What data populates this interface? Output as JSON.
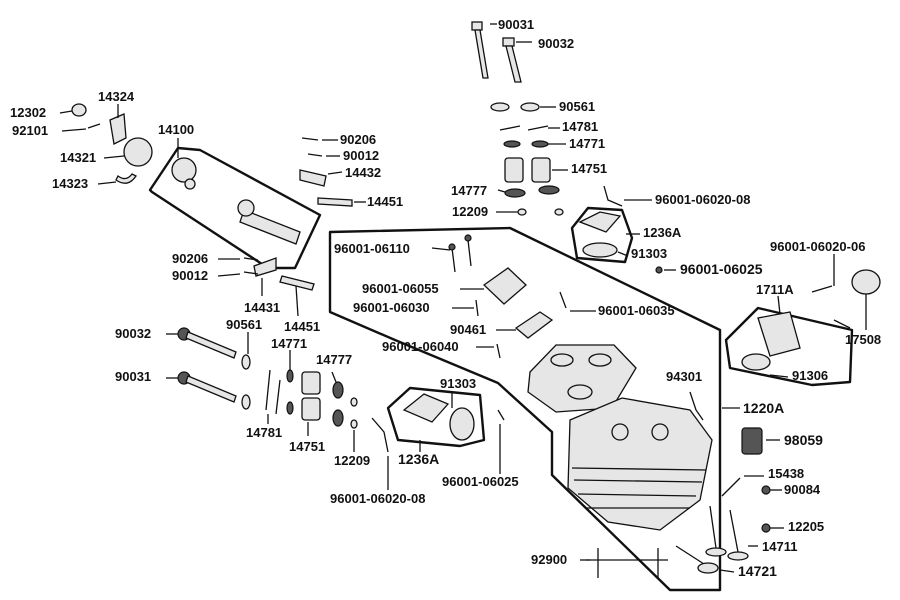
{
  "diagram": {
    "labels": {
      "p90031_top": "90031",
      "p90032_top": "90032",
      "p90561_top": "90561",
      "p14781_top": "14781",
      "p14771_top": "14771",
      "p14751_top": "14751",
      "p14777_top": "14777",
      "p12209_top": "12209",
      "p96001_06020_08_top": "96001-06020-08",
      "p1236A_top": "1236A",
      "p91303_top": "91303",
      "p96001_06025_top": "96001-06025",
      "p96001_06020_06": "96001-06020-06",
      "p1711A": "1711A",
      "p17508": "17508",
      "p91306": "91306",
      "p96001_06110": "96001-06110",
      "p96001_06055": "96001-06055",
      "p96001_06030": "96001-06030",
      "p96001_06035": "96001-06035",
      "p90461": "90461",
      "p96001_06040": "96001-06040",
      "p94301": "94301",
      "p1220A": "1220A",
      "p98059": "98059",
      "p15438": "15438",
      "p90084": "90084",
      "p12205": "12205",
      "p14711": "14711",
      "p14721": "14721",
      "p92900": "92900",
      "p12302": "12302",
      "p14324": "14324",
      "p92101": "92101",
      "p14321": "14321",
      "p14323": "14323",
      "p14100": "14100",
      "p90206_top": "90206",
      "p90012_top": "90012",
      "p14432": "14432",
      "p14451_top": "14451",
      "p90206_mid": "90206",
      "p90012_mid": "90012",
      "p14431": "14431",
      "p14451_mid": "14451",
      "p90032_left": "90032",
      "p90561_left": "90561",
      "p14771_left": "14771",
      "p14777_left": "14777",
      "p90031_left": "90031",
      "p14781_left": "14781",
      "p14751_left": "14751",
      "p12209_left": "12209",
      "p91303_left": "91303",
      "p1236A_left": "1236A",
      "p96001_06025_left": "96001-06025",
      "p96001_06020_08_left": "96001-06020-08"
    }
  }
}
